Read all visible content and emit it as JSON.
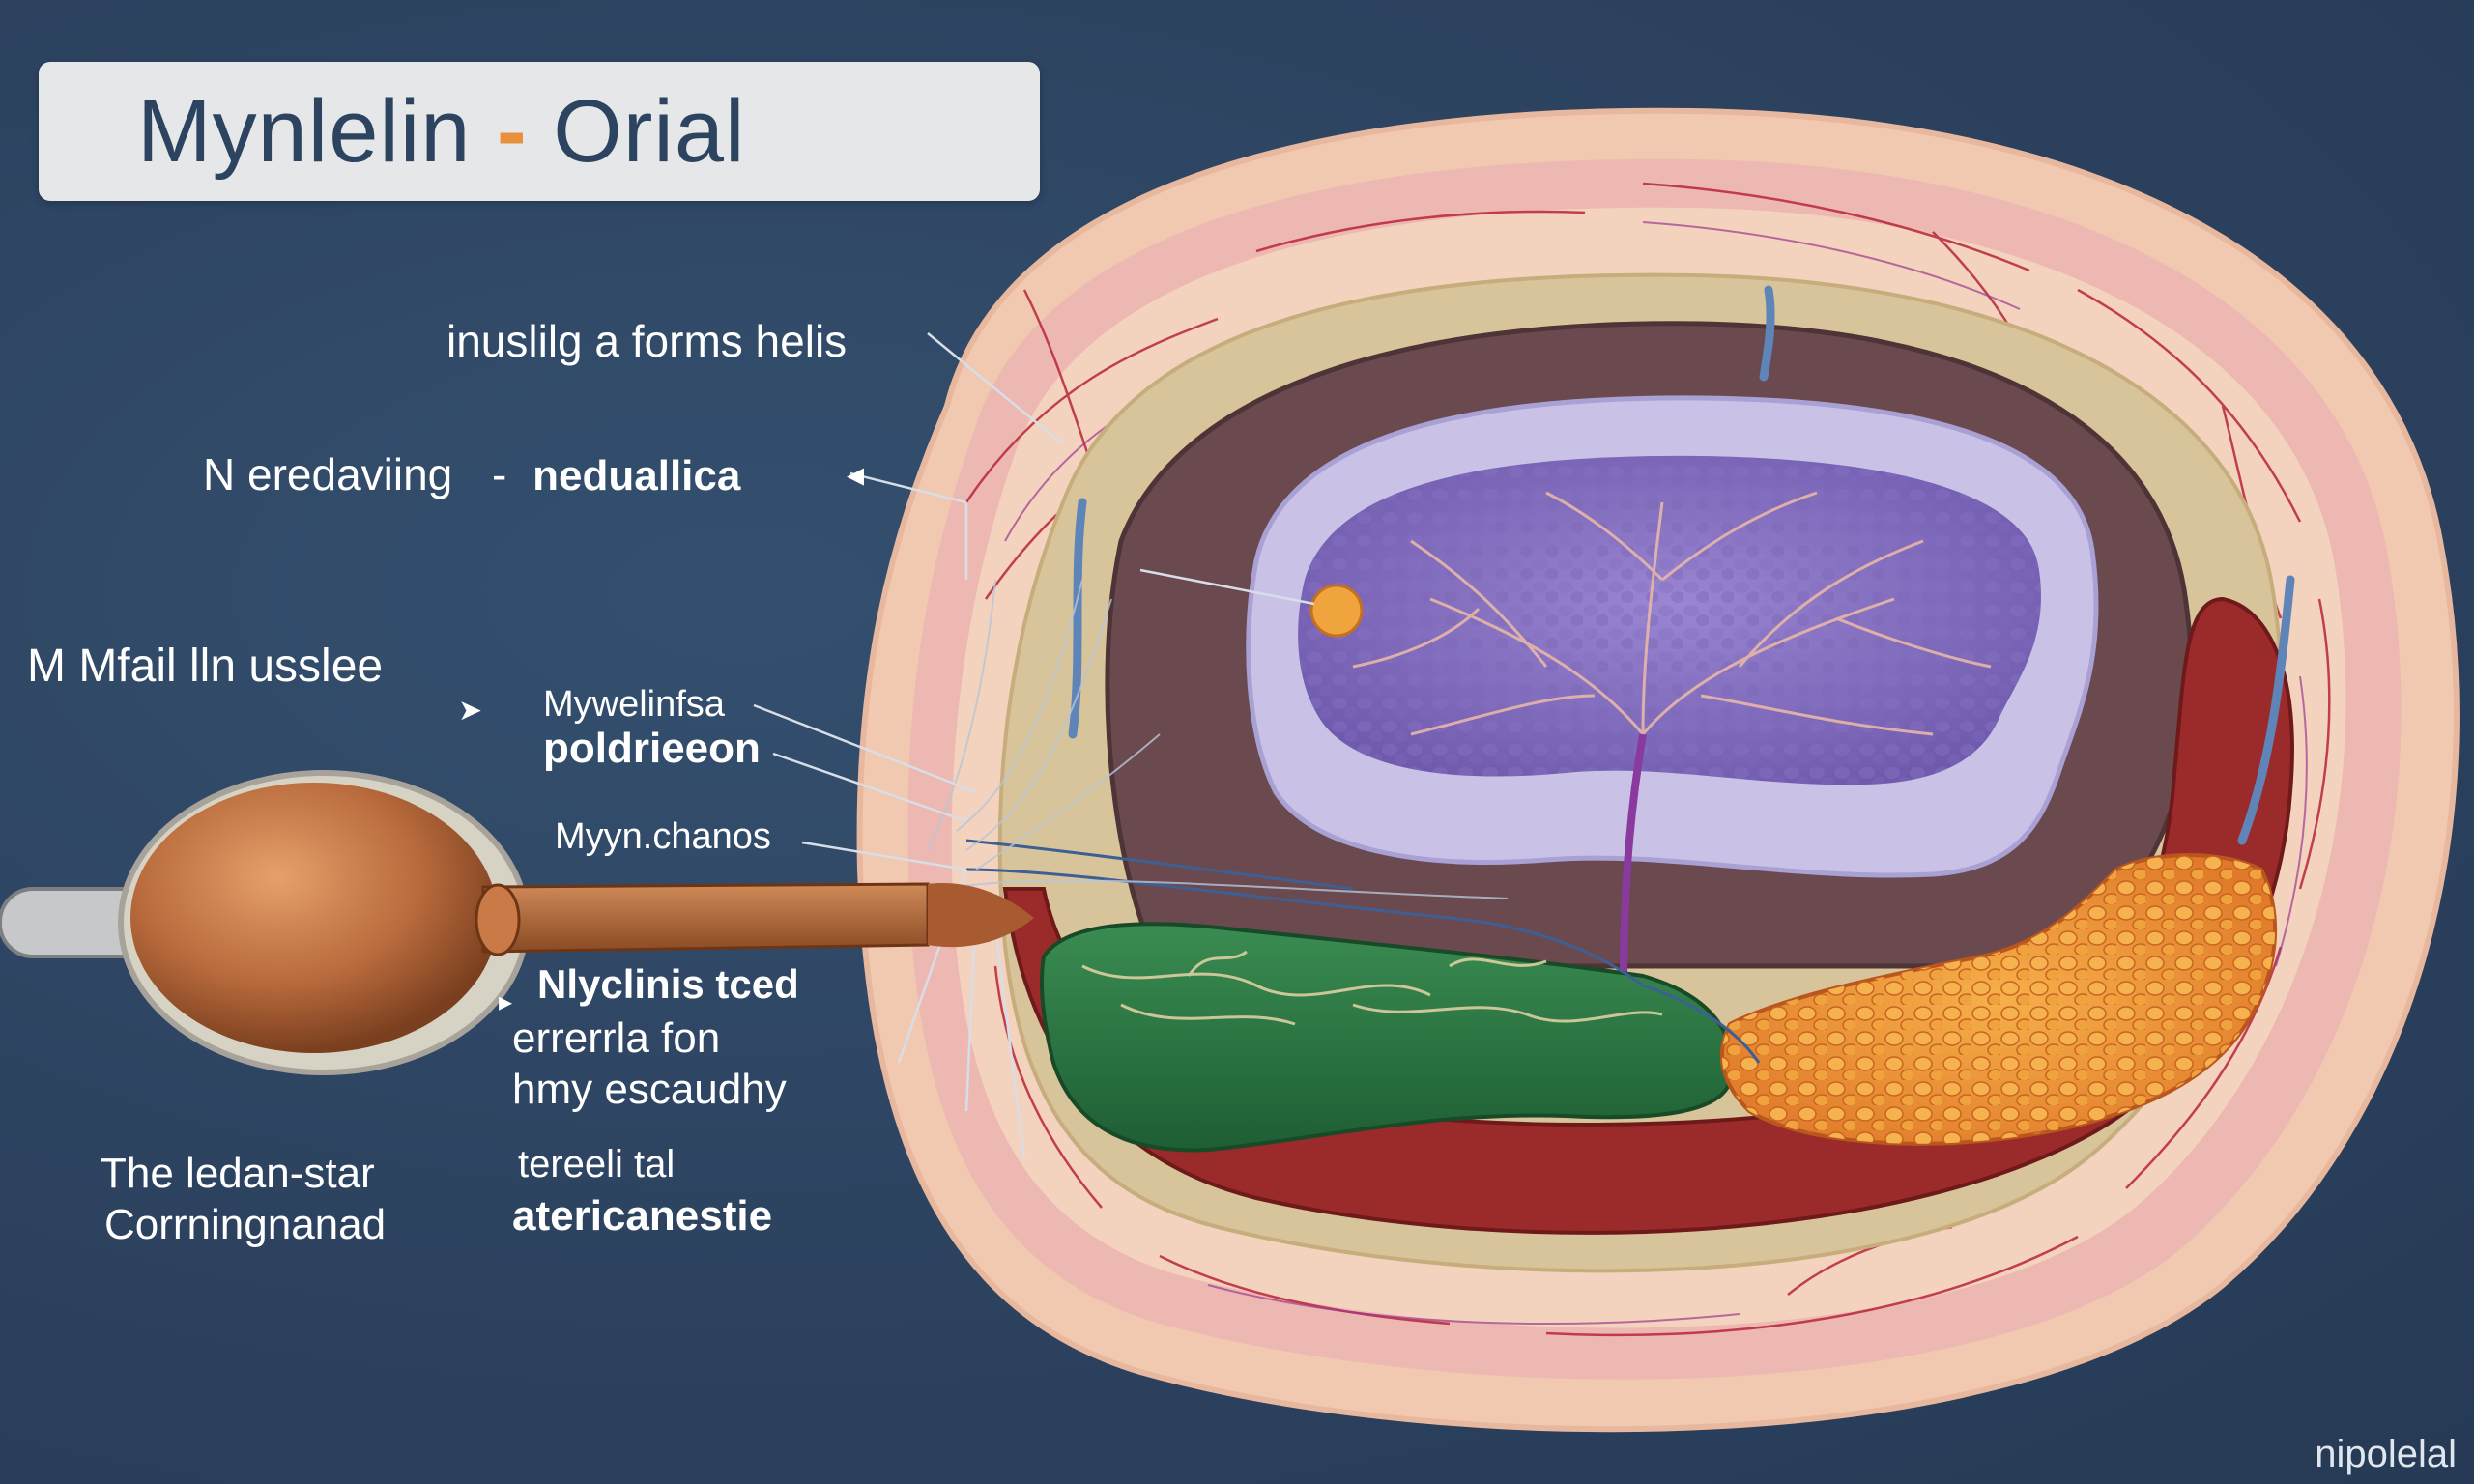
{
  "title": {
    "main": "Mynlelin",
    "dash": "-",
    "sub": "Orial"
  },
  "labels": {
    "l1": "inuslilg a forms helis",
    "l2a": "N eredaviing",
    "l2dash": "-",
    "l2b": "neduallica",
    "l3": "M Mfail lln usslee",
    "l4a": "Mywelinfsa",
    "l4b": "poldrieeon",
    "l5": "Myyn.chanos",
    "l6a": "Nlyclinis tced",
    "l6b": "errerrla fon",
    "l6c": "hmy escaudhy",
    "l7a": "The ledan-star",
    "l7b": "Corrningnanad",
    "l8a": "tereeli tal",
    "l8b": "atericanestie"
  },
  "watermark": "nipolelal",
  "colors": {
    "background": "#2f4563",
    "title_box": "#e6e7e9",
    "title_text": "#2d4460",
    "accent_dash": "#e8913a",
    "outer_tissue": "#f1c9b0",
    "brain_purple": "#8e78c4",
    "green_tissue": "#2f7a45",
    "fat_orange": "#f0a040",
    "muscle_red": "#9b2a2a",
    "axon_brown": "#b86a3c"
  }
}
